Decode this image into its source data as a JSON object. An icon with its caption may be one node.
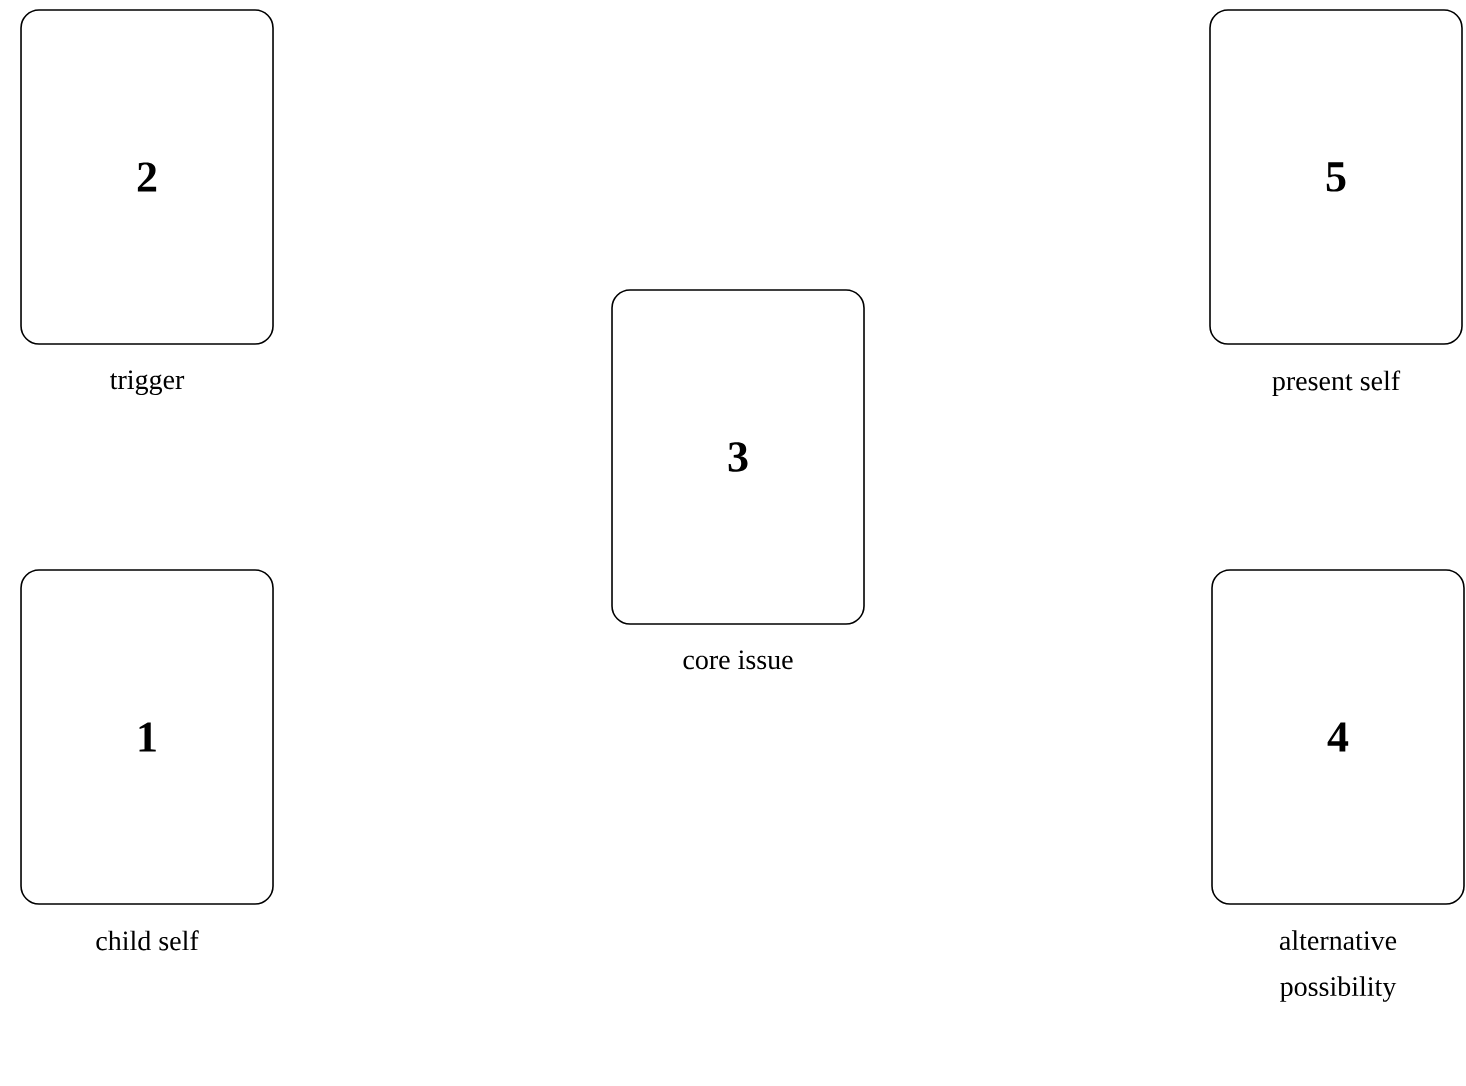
{
  "diagram": {
    "nodes": [
      {
        "text": [
          "2"
        ],
        "beside": [
          "trigger"
        ]
      },
      {
        "text": [
          "5"
        ],
        "beside": [
          "present self"
        ]
      },
      {
        "text": [
          "3"
        ],
        "beside": [
          "core issue"
        ]
      },
      {
        "text": [
          "1"
        ],
        "beside": [
          "child self"
        ]
      },
      {
        "text": [
          "4"
        ],
        "beside": [
          "alternative possibility"
        ]
      }
    ]
  }
}
